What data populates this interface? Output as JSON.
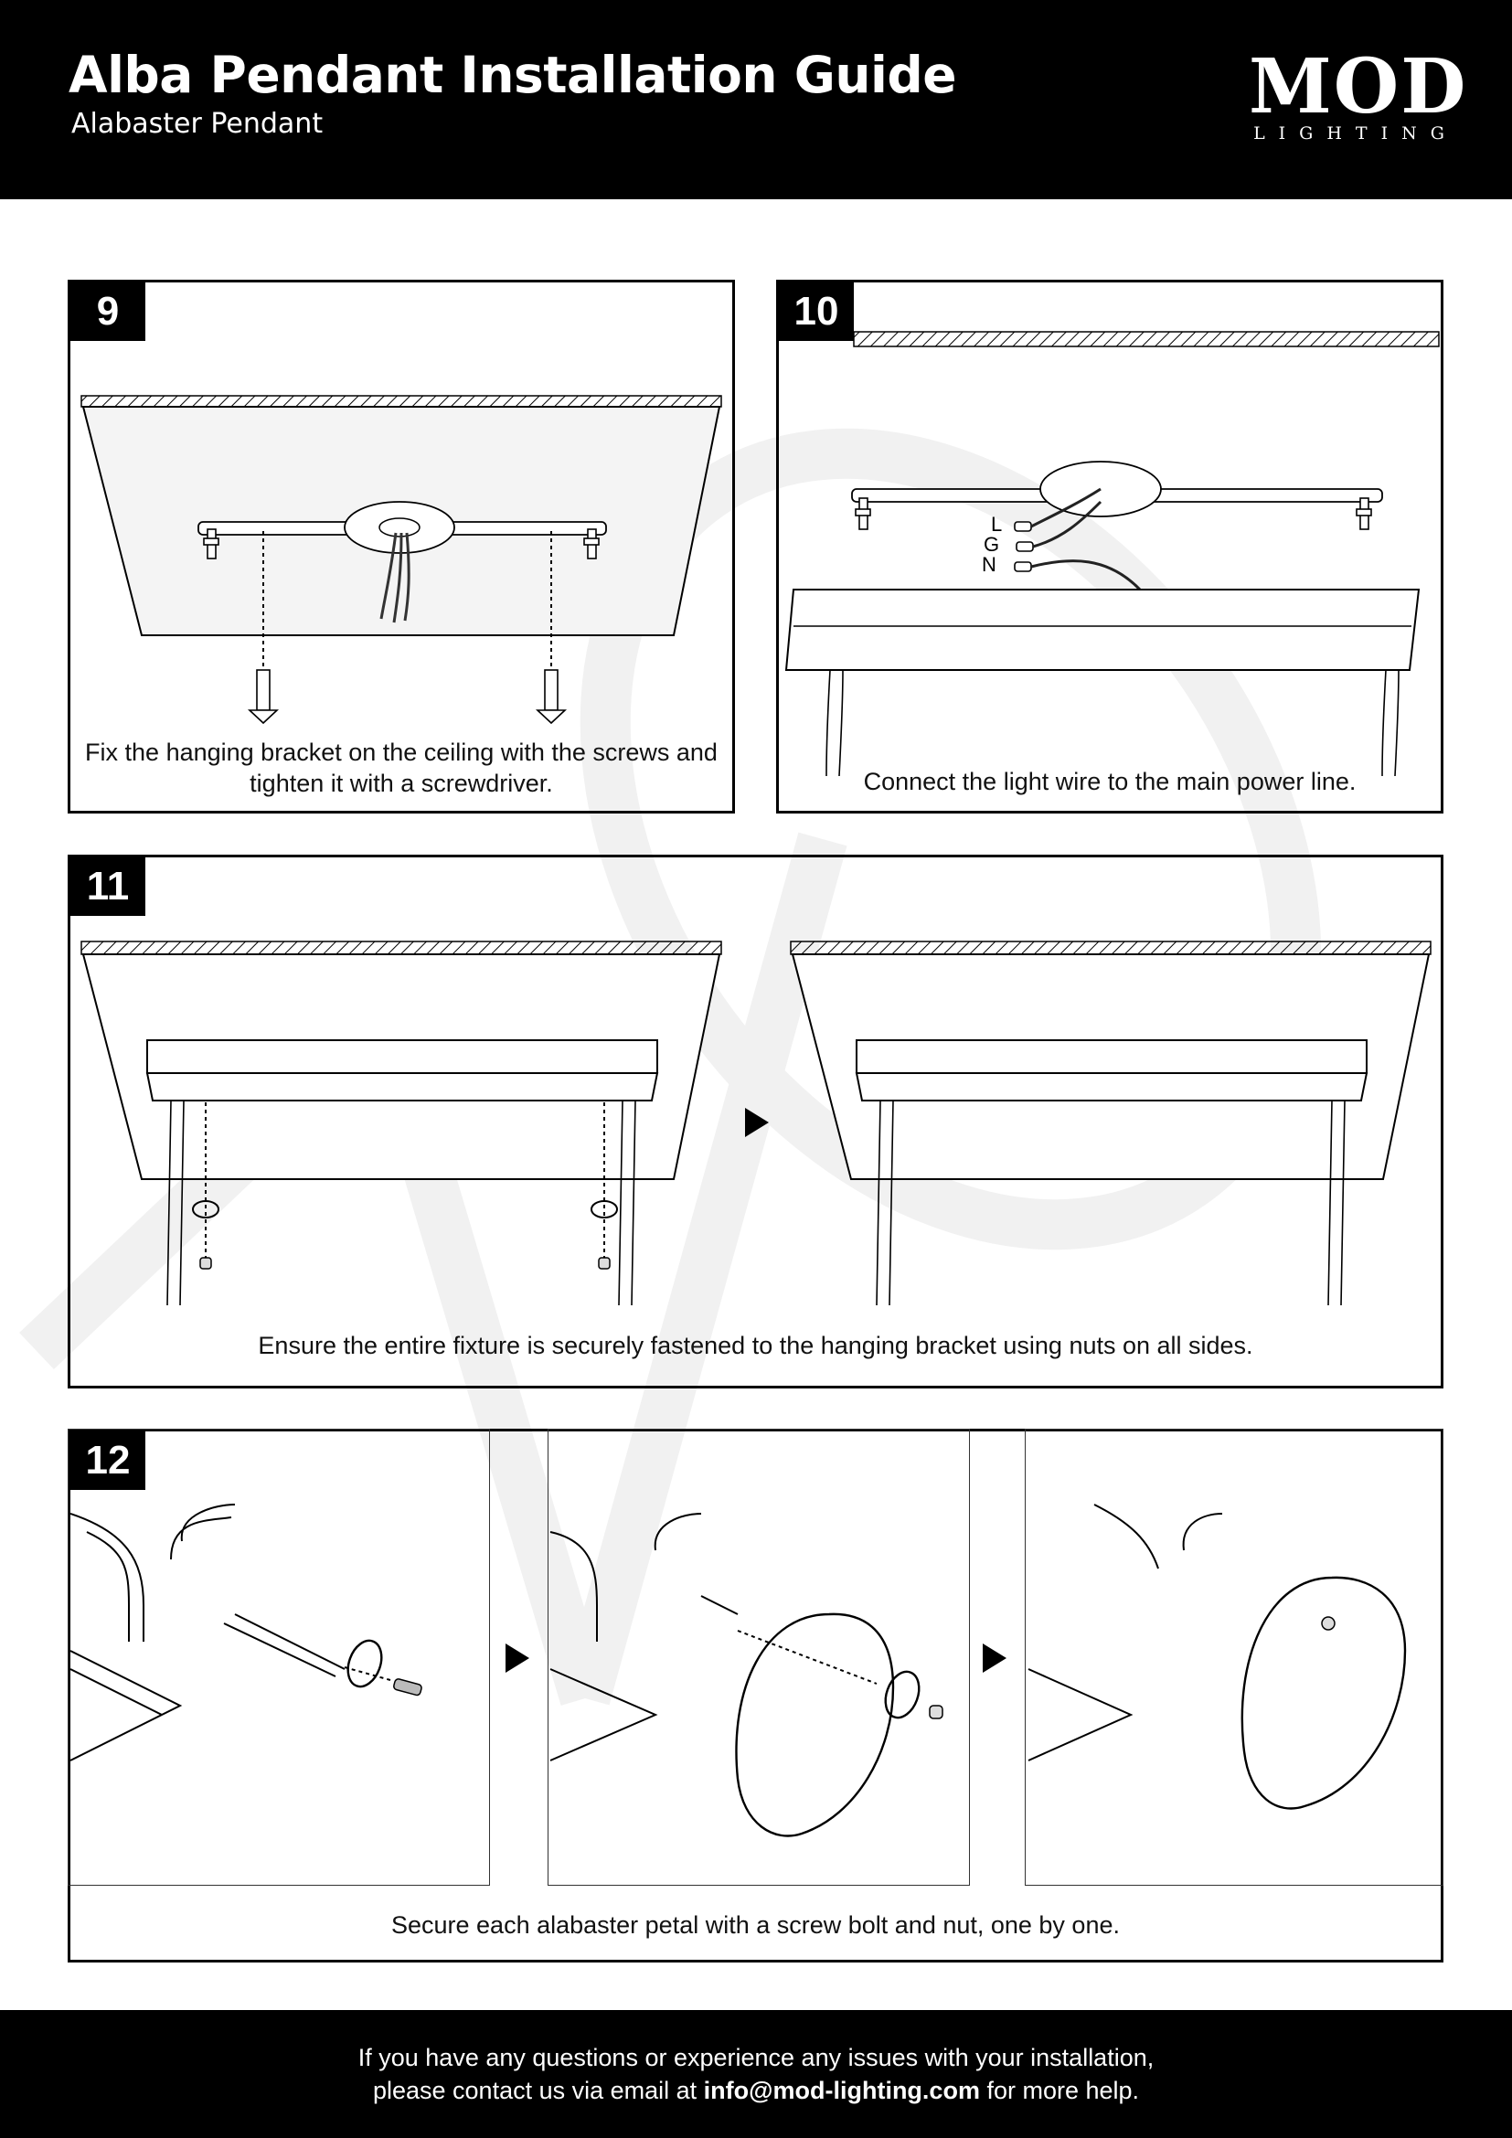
{
  "header": {
    "title": "Alba Pendant Installation Guide",
    "subtitle": "Alabaster Pendant",
    "logo_word": "MOD",
    "logo_sub": "LIGHTING"
  },
  "steps": [
    {
      "number": "9",
      "caption_line1": "Fix the hanging bracket on the ceiling with the screws and",
      "caption_line2": "tighten it with a screwdriver."
    },
    {
      "number": "10",
      "caption": "Connect the light wire to the main power line.",
      "wire_labels": [
        "L",
        "G",
        "N"
      ]
    },
    {
      "number": "11",
      "caption": "Ensure the entire fixture is securely fastened to the hanging bracket using nuts on all sides."
    },
    {
      "number": "12",
      "caption": "Secure each alabaster petal with a screw bolt and nut, one by one."
    }
  ],
  "footer": {
    "line1": "If you have any questions or experience any issues with your installation,",
    "line2_prefix": "please contact us via email at ",
    "email": "info@mod-lighting.com",
    "line2_suffix": " for more help."
  },
  "icons": [
    "arrow-right-icon",
    "screw-icon",
    "rotate-icon",
    "nut-icon"
  ],
  "colors": {
    "header_bg": "#000000",
    "footer_bg": "#000000",
    "text": "#111111"
  }
}
